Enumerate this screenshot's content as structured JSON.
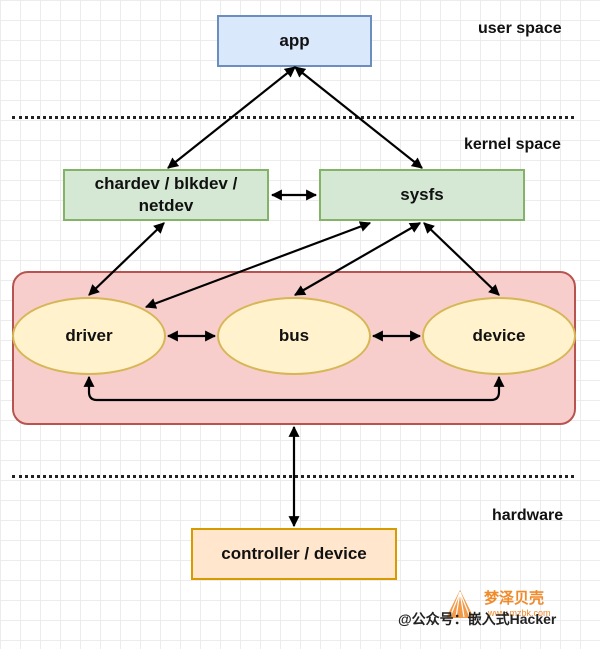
{
  "regions": {
    "user_space": "user space",
    "kernel_space": "kernel space",
    "hardware": "hardware"
  },
  "nodes": {
    "app": "app",
    "chardev": "chardev / blkdev /\nnetdev",
    "sysfs": "sysfs",
    "driver": "driver",
    "bus": "bus",
    "device": "device",
    "controller": "controller / device"
  },
  "watermark": {
    "account": "@公众号：嵌入式Hacker",
    "brand": "梦泽贝壳",
    "site": "www.mzbk.com"
  },
  "colors": {
    "app_fill": "#dae8fc",
    "kernel_box_fill": "#d5e8d4",
    "core_fill": "#f8cecc",
    "ellipse_fill": "#fff2cc",
    "hardware_fill": "#ffe6cc"
  }
}
